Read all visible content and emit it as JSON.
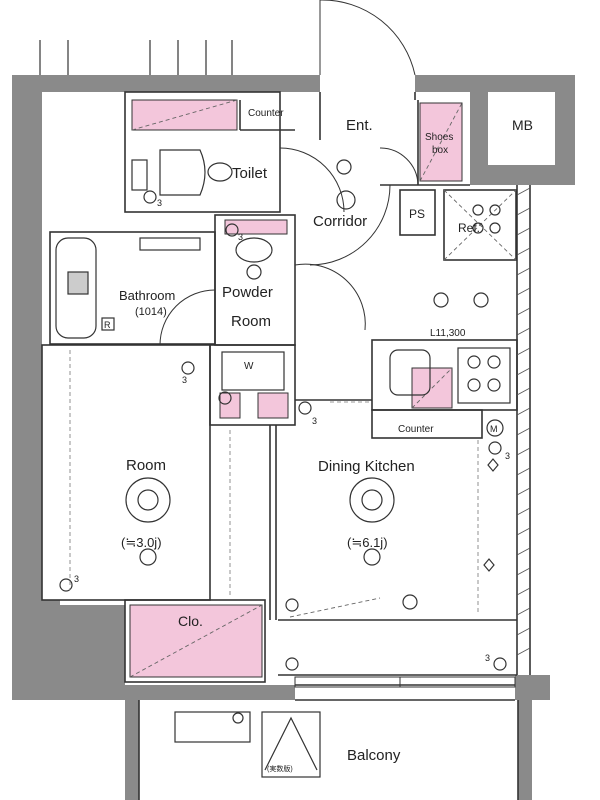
{
  "rooms": {
    "ent": "Ent.",
    "mb": "MB",
    "shoes_box": [
      "Shoes",
      "box"
    ],
    "counter_top": "Counter",
    "toilet": "Toilet",
    "corridor": "Corridor",
    "ps": "PS",
    "ref": "Ref.",
    "bathroom": "Bathroom",
    "bathroom_size": "(1014)",
    "powder_room": [
      "Powder",
      "Room"
    ],
    "w_mark": "W",
    "kitchen_width": "L11,300",
    "counter_bottom": "Counter",
    "room": "Room",
    "room_size": "(≒3.0j)",
    "dining_kitchen": "Dining Kitchen",
    "dining_kitchen_size": "(≒6.1j)",
    "clo": "Clo.",
    "balcony": "Balcony",
    "balcony_unit": "(実数版)"
  },
  "outlet_mark": "3",
  "r_mark": "R",
  "m_mark": "M",
  "colors": {
    "wall": "#8a8a8a",
    "storage_fill": "#f3c6db",
    "line": "#333333"
  }
}
